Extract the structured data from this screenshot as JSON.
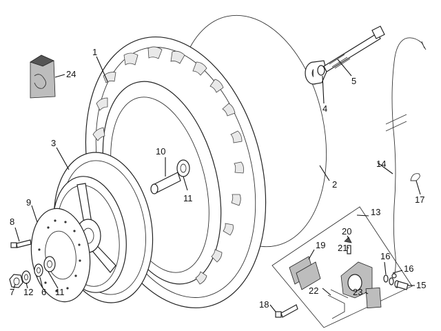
{
  "callouts": [
    {
      "id": "c1",
      "text": "1"
    },
    {
      "id": "c2",
      "text": "2"
    },
    {
      "id": "c3",
      "text": "3"
    },
    {
      "id": "c4",
      "text": "4"
    },
    {
      "id": "c5",
      "text": "5"
    },
    {
      "id": "c6",
      "text": "6"
    },
    {
      "id": "c7",
      "text": "7"
    },
    {
      "id": "c8",
      "text": "8"
    },
    {
      "id": "c9",
      "text": "9"
    },
    {
      "id": "c10",
      "text": "10"
    },
    {
      "id": "c11a",
      "text": "11"
    },
    {
      "id": "c11b",
      "text": "11"
    },
    {
      "id": "c12",
      "text": "12"
    },
    {
      "id": "c13",
      "text": "13"
    },
    {
      "id": "c14",
      "text": "14"
    },
    {
      "id": "c15",
      "text": "15"
    },
    {
      "id": "c16a",
      "text": "16"
    },
    {
      "id": "c16b",
      "text": "16"
    },
    {
      "id": "c17",
      "text": "17"
    },
    {
      "id": "c18",
      "text": "18"
    },
    {
      "id": "c19",
      "text": "19"
    },
    {
      "id": "c20",
      "text": "20"
    },
    {
      "id": "c21",
      "text": "21"
    },
    {
      "id": "c22",
      "text": "22"
    },
    {
      "id": "c23",
      "text": "23"
    },
    {
      "id": "c24",
      "text": "24"
    }
  ]
}
